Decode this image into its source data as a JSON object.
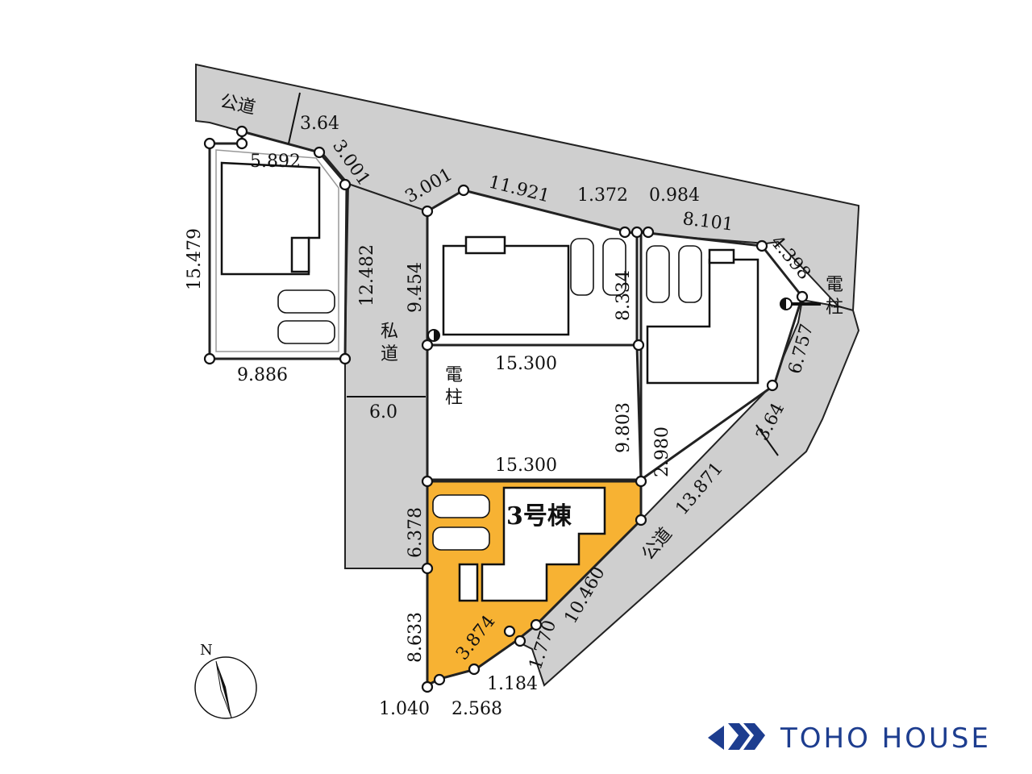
{
  "dimensions": {
    "d_3_64_top": "3.64",
    "d_5_892": "5.892",
    "d_3_001_a": "3.001",
    "d_15_479": "15.479",
    "d_12_482": "12.482",
    "d_9_886": "9.886",
    "d_3_001_b": "3.001",
    "d_11_921": "11.921",
    "d_1_372": "1.372",
    "d_0_984": "0.984",
    "d_8_101": "8.101",
    "d_4_398": "4.398",
    "d_9_454": "9.454",
    "d_8_334": "8.334",
    "d_15_300_a": "15.300",
    "d_6_757": "6.757",
    "d_6_0": "6.0",
    "d_9_803": "9.803",
    "d_2_980": "2.980",
    "d_3_64_right": "3.64",
    "d_13_871": "13.871",
    "d_15_300_b": "15.300",
    "d_6_378": "6.378",
    "d_10_460": "10.460",
    "d_1_770": "1.770",
    "d_3_874": "3.874",
    "d_8_633": "8.633",
    "d_1_184": "1.184",
    "d_1_040": "1.040",
    "d_2_568": "2.568"
  },
  "labels": {
    "public_road_top": "公道",
    "private_road": "私道",
    "public_road_right": "公道",
    "utility_pole_left": "電柱",
    "utility_pole_right": "電柱",
    "house_label": "3号棟",
    "north": "N"
  },
  "brand": {
    "name": "TOHO HOUSE",
    "color": "#1d3d8f"
  },
  "colors": {
    "highlight": "#f7b233",
    "road": "#cfcfcf"
  }
}
